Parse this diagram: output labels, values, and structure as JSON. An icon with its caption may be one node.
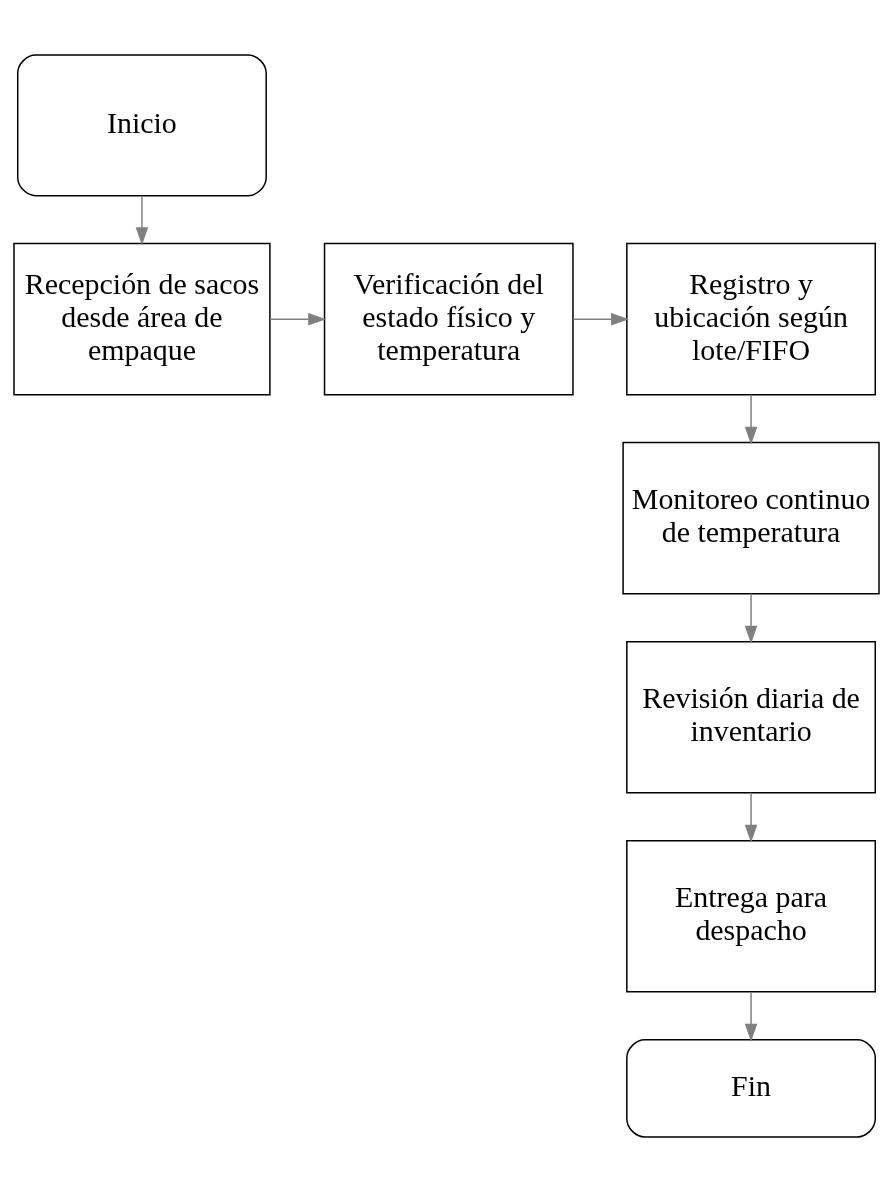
{
  "diagram": {
    "nodes": [
      {
        "text": [
          "Inicio"
        ]
      },
      {
        "text": [
          "Recepción de sacos desde área de empaque"
        ]
      },
      {
        "text": [
          "Verificación del estado físico y temperatura"
        ]
      },
      {
        "text": [
          "Registro y ubicación según lote/FIFO"
        ]
      },
      {
        "text": [
          "Monitoreo continuo de temperatura"
        ]
      },
      {
        "text": [
          "Revisión diaria de inventario"
        ]
      },
      {
        "text": [
          "Entrega para despacho"
        ]
      },
      {
        "text": [
          "Fin"
        ]
      }
    ],
    "edges": [
      {
        "from": 0,
        "to": 1,
        "arrow": "to"
      },
      {
        "from": 1,
        "to": 2,
        "arrow": "to"
      },
      {
        "from": 2,
        "to": 3,
        "arrow": "to"
      },
      {
        "from": 3,
        "to": 4,
        "arrow": "to"
      },
      {
        "from": 4,
        "to": 5,
        "arrow": "to"
      },
      {
        "from": 5,
        "to": 6,
        "arrow": "to"
      },
      {
        "from": 6,
        "to": 7,
        "arrow": "to"
      }
    ]
  }
}
